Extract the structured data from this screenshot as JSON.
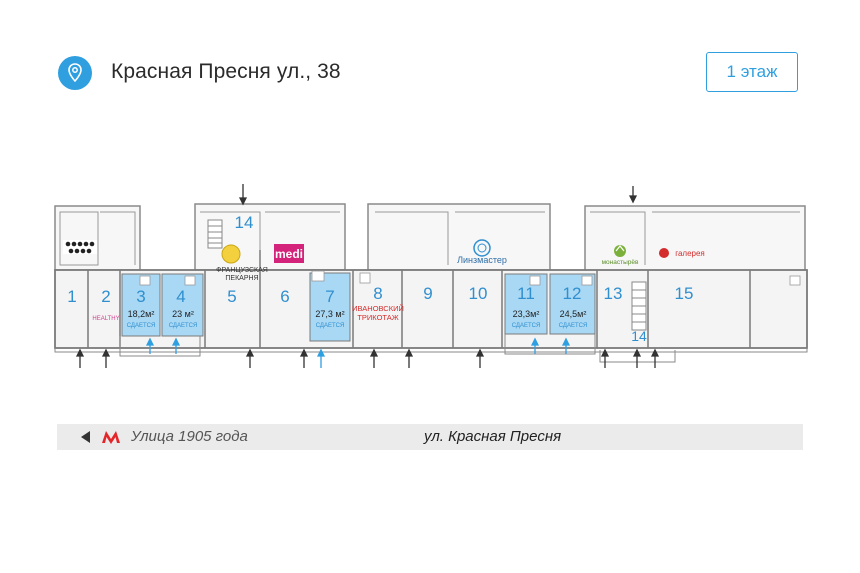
{
  "header": {
    "address": "Красная Пресня ул., 38",
    "floor_button": "1 этаж",
    "pin_icon": "location-pin-icon"
  },
  "colors": {
    "accent": "#2f9fe0",
    "available_fill": "#a9d8f5",
    "wall": "#888888",
    "room_number": "#2f8fcf"
  },
  "units": [
    {
      "num": "1",
      "area": "",
      "status": "",
      "available": false
    },
    {
      "num": "2",
      "area": "",
      "status": "",
      "available": false,
      "tenant": "HEALTHY"
    },
    {
      "num": "3",
      "area": "18,2м²",
      "status": "СДАЕТСЯ",
      "available": true
    },
    {
      "num": "4",
      "area": "23 м²",
      "status": "СДАЕТСЯ",
      "available": true
    },
    {
      "num": "5",
      "area": "",
      "status": "",
      "available": false,
      "tenant": "ФРАНЦУЗСКАЯ ПЕКАРНЯ"
    },
    {
      "num": "6",
      "area": "",
      "status": "",
      "available": false,
      "tenant": "medi"
    },
    {
      "num": "7",
      "area": "27,3 м²",
      "status": "СДАЕТСЯ",
      "available": true
    },
    {
      "num": "8",
      "area": "",
      "status": "",
      "available": false,
      "tenant": "ИВАНОВСКИЙ ТРИКОТАЖ"
    },
    {
      "num": "9",
      "area": "",
      "status": "",
      "available": false
    },
    {
      "num": "10",
      "area": "",
      "status": "",
      "available": false,
      "tenant": "Линзмастер"
    },
    {
      "num": "11",
      "area": "23,3м²",
      "status": "СДАЕТСЯ",
      "available": true
    },
    {
      "num": "12",
      "area": "24,5м²",
      "status": "СДАЕТСЯ",
      "available": true
    },
    {
      "num": "13",
      "area": "",
      "status": "",
      "available": false,
      "tenant": "монастырёв"
    },
    {
      "num": "15",
      "area": "",
      "status": "",
      "available": false,
      "tenant": "галерея"
    },
    {
      "num": "14",
      "area": "",
      "status": "",
      "available": false
    }
  ],
  "tenants": {
    "bakery_line1": "ФРАНЦУЗСКАЯ",
    "bakery_line2": "ПЕКАРНЯ",
    "medi": "medi",
    "ivanovsky_line1": "ИВАНОВСКИЙ",
    "ivanovsky_line2": "ТРИКОТАЖ",
    "linzmaster": "Линзмастер",
    "monastyrev": "монастырёв",
    "galereya": "галерея",
    "healthy": "HEALTHY"
  },
  "stairs_label_top": "14",
  "stairs_label_right": "14",
  "street": {
    "metro_station": "Улица 1905 года",
    "street_name": "ул. Красная Пресня",
    "back_icon": "triangle-left-icon",
    "metro_icon": "metro-m-icon"
  }
}
